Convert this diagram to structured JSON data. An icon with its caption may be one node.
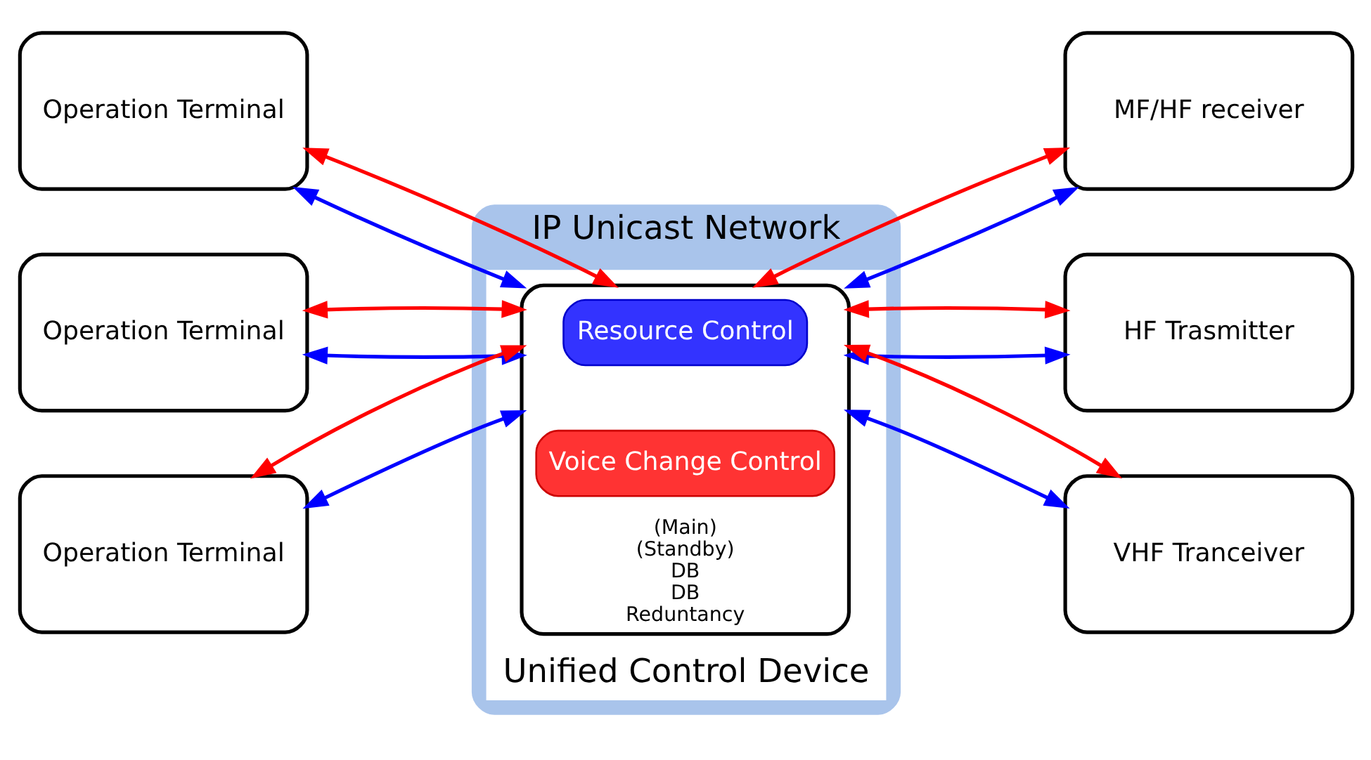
{
  "diagram": {
    "nodes": [
      {
        "text": [
          "IP Unicast Network"
        ]
      },
      {
        "text": [
          "Unified Control Device"
        ],
        "in": 0
      },
      {
        "text": [
          "(Main)",
          "(Standby)",
          "DB",
          "DB",
          "Reduntancy"
        ],
        "in": 1
      },
      {
        "text": [
          "Resource Control"
        ],
        "in": 2
      },
      {
        "text": [
          "Voice Change Control"
        ],
        "in": 2
      },
      {
        "text": [
          "Operation Terminal"
        ]
      },
      {
        "text": [
          "Operation Terminal"
        ]
      },
      {
        "text": [
          "Operation Terminal"
        ]
      },
      {
        "text": [
          "MF/HF receiver"
        ]
      },
      {
        "text": [
          "HF Trasmitter"
        ]
      },
      {
        "text": [
          "VHF Tranceiver"
        ]
      }
    ],
    "edges": [
      {
        "from": 5,
        "to": 2,
        "arrow": "both",
        "color": "#0000ff"
      },
      {
        "from": 5,
        "to": 2,
        "arrow": "both",
        "color": "#ff0000"
      },
      {
        "from": 6,
        "to": 2,
        "arrow": "both",
        "color": "#0000ff"
      },
      {
        "from": 6,
        "to": 2,
        "arrow": "both",
        "color": "#ff0000"
      },
      {
        "from": 7,
        "to": 2,
        "arrow": "both",
        "color": "#0000ff"
      },
      {
        "from": 7,
        "to": 2,
        "arrow": "both",
        "color": "#ff0000"
      },
      {
        "from": 2,
        "to": 8,
        "arrow": "both",
        "color": "#0000ff"
      },
      {
        "from": 2,
        "to": 8,
        "arrow": "both",
        "color": "#ff0000"
      },
      {
        "from": 2,
        "to": 9,
        "arrow": "both",
        "color": "#0000ff"
      },
      {
        "from": 2,
        "to": 9,
        "arrow": "both",
        "color": "#ff0000"
      },
      {
        "from": 2,
        "to": 10,
        "arrow": "both",
        "color": "#0000ff"
      },
      {
        "from": 2,
        "to": 10,
        "arrow": "both",
        "color": "#ff0000"
      }
    ]
  }
}
